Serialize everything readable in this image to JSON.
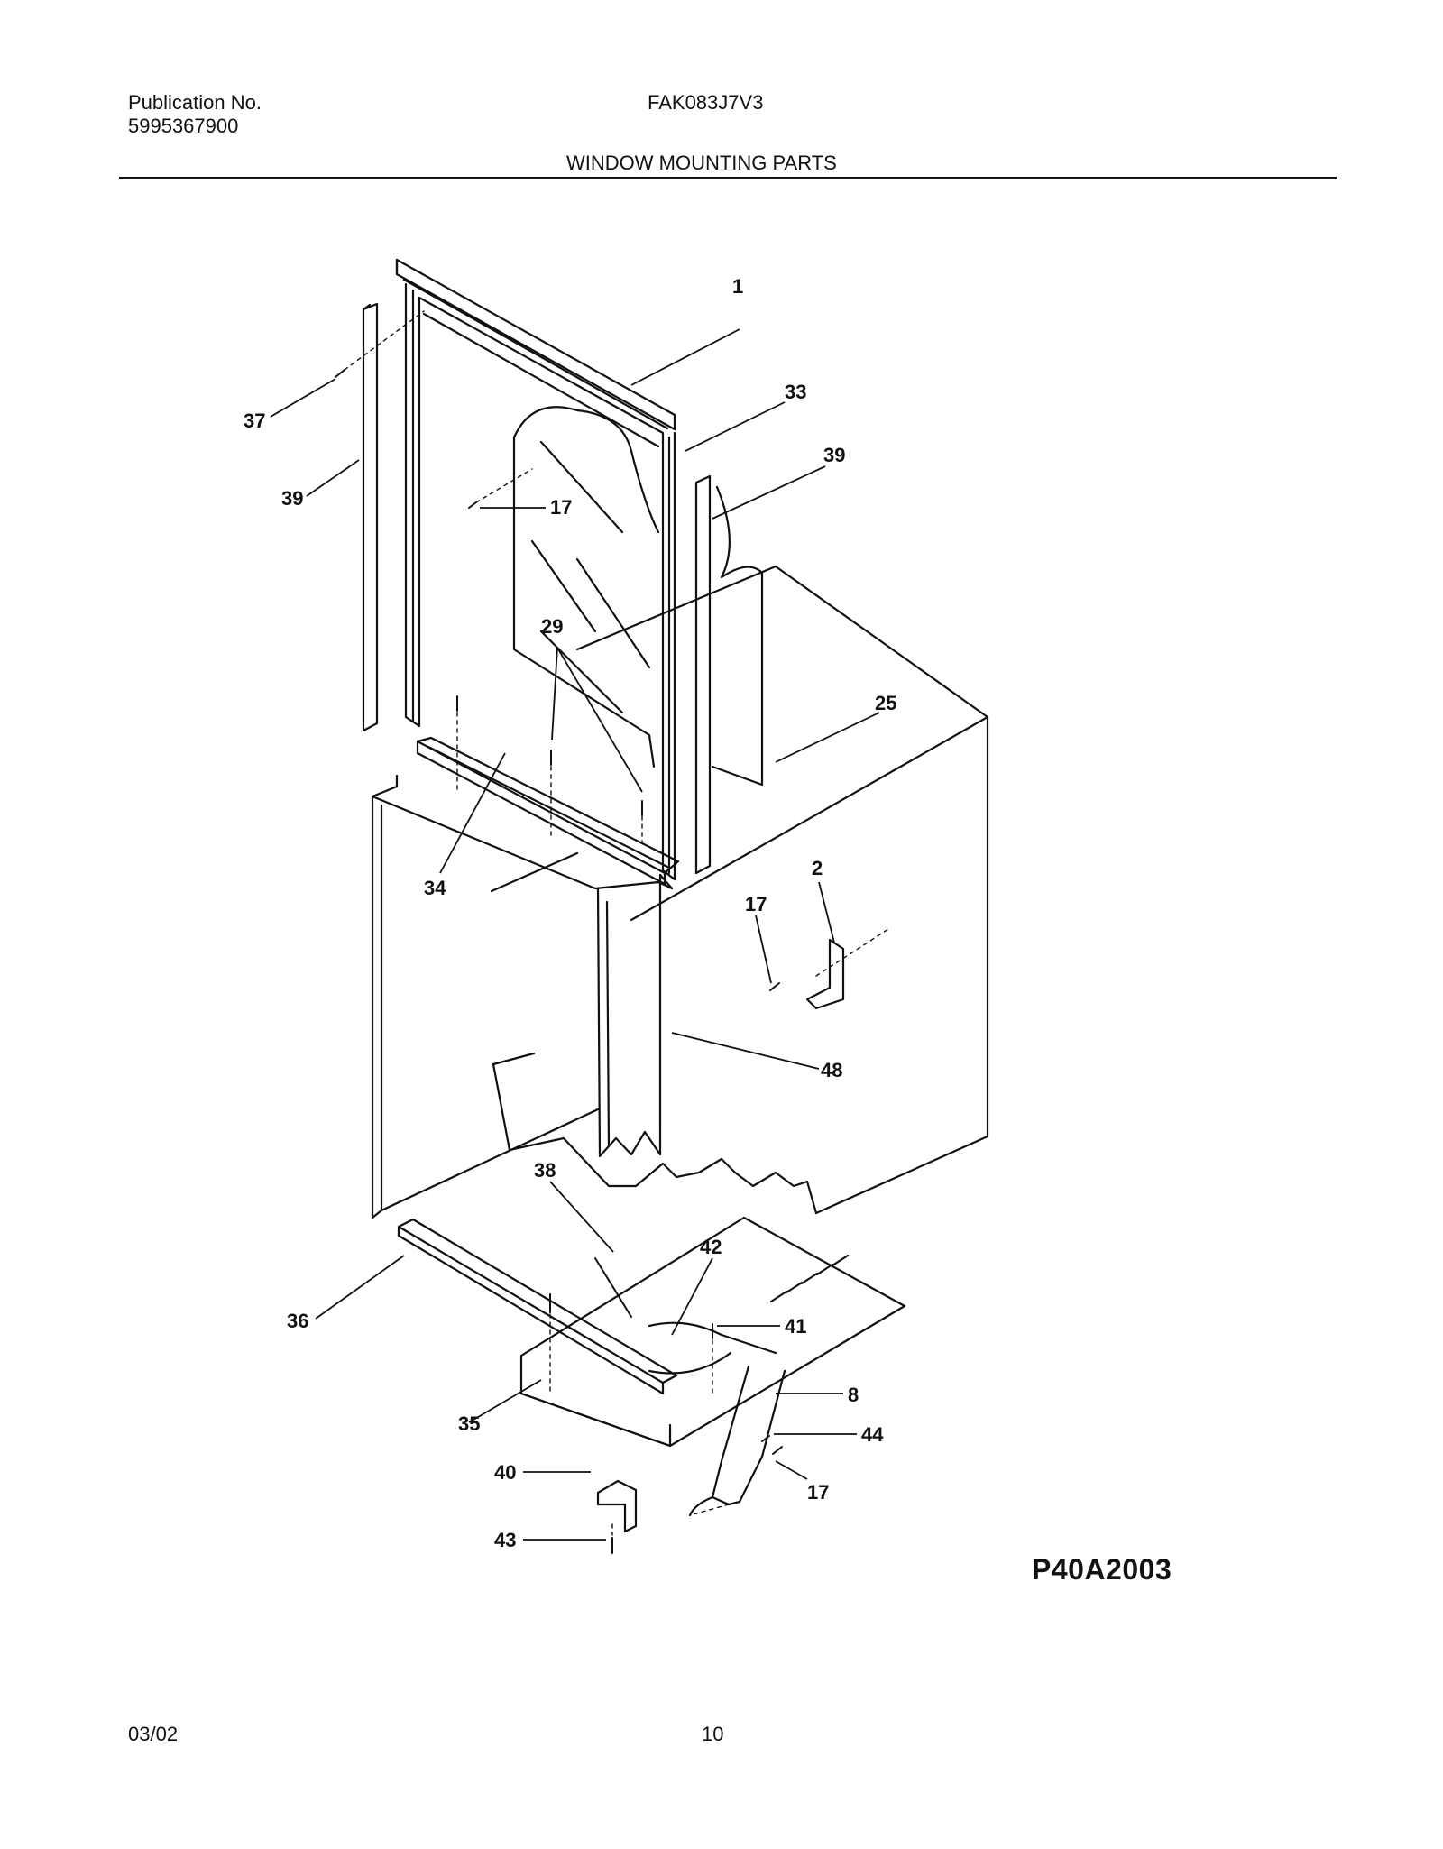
{
  "header": {
    "publication_label": "Publication No.",
    "publication_number": "5995367900",
    "model": "FAK083J7V3",
    "section_title": "WINDOW MOUNTING PARTS"
  },
  "callouts": {
    "c1": "1",
    "c2": "2",
    "c8": "8",
    "c17a": "17",
    "c17b": "17",
    "c17c": "17",
    "c25": "25",
    "c29": "29",
    "c33": "33",
    "c34": "34",
    "c35": "35",
    "c36": "36",
    "c37": "37",
    "c38": "38",
    "c39a": "39",
    "c39b": "39",
    "c40": "40",
    "c41": "41",
    "c42": "42",
    "c43": "43",
    "c44": "44",
    "c48": "48"
  },
  "drawing_id": "P40A2003",
  "footer": {
    "date": "03/02",
    "page": "10"
  }
}
